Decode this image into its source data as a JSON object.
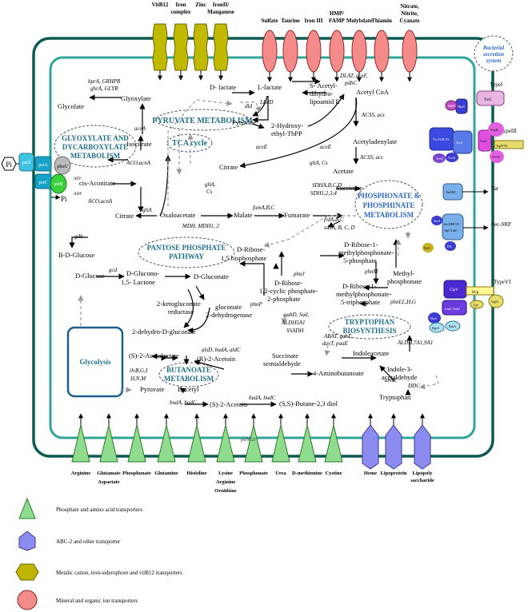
{
  "top_transporters": {
    "metal": [
      "VitB12",
      "Iron complex",
      "Zinc",
      "IronII/ Manganese"
    ],
    "ion": [
      "Sulfate",
      "Taurine",
      "Iron III",
      "HMP/ FAMP",
      "Molybdate",
      "Thiamin",
      "Nitrate, Nitrite, Cyanate"
    ]
  },
  "bottom_transporters": {
    "amino": [
      "Arginine",
      "Glutamate Aspartate",
      "Phosphonate",
      "Glutamine",
      "Histidine",
      "Lysine Arginine Ornithine",
      "Phosphonate",
      "Urea",
      "D-methionine",
      "Cystine"
    ],
    "abc": [
      "Heme",
      "Lipoprotein",
      "Lipopoly saccharide"
    ],
    "amino_center_label": "pstSCD"
  },
  "pathways": {
    "pyruvate": "PYRUVATE METABOLISM",
    "tca": "TCA cycle",
    "glyoxylate": "GLYOXYLATE AND DYCARBOXYLATE METABOLISM",
    "phosphonate": "PHOSPHONATE & PHOSPHINATE METABOLISM",
    "pentose": "PANTOSE PHOSPHATE PATHWAY",
    "tryptophan": "TRYPTOPHAN BIOSYNTHESIS",
    "butanoate": "BUTANOATE METABOLISM",
    "glycolysis": "Glycolysis"
  },
  "metabolites": {
    "d_lactate": "D- lactate",
    "l_lactate": "L-lactate",
    "s_acetyl": "S- Acetyl-",
    "dihydro": "dihydro-",
    "lipoamide": "lipoamid E",
    "acetyl_coa": "Acetyl CoA",
    "glycolate": "Glycolate",
    "glyoxylate": "Glyoxylate",
    "pyruvate": "Pyruvate",
    "hydroxy1": "2-Hydroxy-",
    "hydroxy2": "ethyl-ThPP",
    "isocitrate": "Isocitrate",
    "acetyladenylate": "Acetyladenylate",
    "cis_aconitate": "cis-Aconitate",
    "acetate": "Acetate",
    "citrate_top": "Citrate",
    "succinate": "Succinate",
    "citrate_left": "Citrate",
    "oxaloacetate": "Oxaloacetate",
    "malate": "Malate",
    "fumarate": "Fumarate",
    "b_glucose": "B-D-Glucose",
    "d_ribose_bp1": "D-Ribose-",
    "d_ribose_bp2": "1,5 bisphosphate",
    "methylphos_5p1": "D-Ribose-1-",
    "methylphos_5p2": "methylphosphonate-",
    "methylphos_5p3": "5-phosphate",
    "d_glucose": "D-Glucose",
    "d_glucono1": "D-Glucono-",
    "d_glucono2": "1,5- Lactone",
    "d_gluconate": "D-Gluconate",
    "methyl_phos1": "Methyl-",
    "methyl_phos2": "phosphonate",
    "cyclic1": "D-Ribose-",
    "cyclic2": "1,2-cyclic phosphate-",
    "cyclic3": "2-phosphate",
    "triphos1": "D-Ribose-1-",
    "triphos2": "methylphosphonate-",
    "triphos3": "5-triphosphate",
    "keto_reductase1": "2-ketogluconate",
    "keto_reductase2": "reductase",
    "gluconate_dh1": "gluconate",
    "gluconate_dh2": "2-dehydrogenase",
    "dehydro_gluconate": "2-dehydro-D-gluconate",
    "acetolactate": "(S)-2-Acetolactate",
    "r_acetoin": "(R)-2-Acetoin",
    "succinate_semi1": "Succinate",
    "succinate_semi2": "semialdehyde",
    "indoleacetate": "Indoleacetate",
    "aminobutanoate": "4-Aminobutanoate",
    "indole_ald1": "Indole-3-",
    "indole_ald2": "acetaldehyde",
    "pyruvate2": "Pyruvate",
    "dacetyl": "Dacetyl",
    "s_acetoin": "(S)-2-Acetoin",
    "butanediol": "(S,S)-Butane-2,3 diol",
    "tryptophan": "Tryptophan"
  },
  "enzymes": {
    "hpra": "hprA, GRHPR",
    "ghra": "ghrA, GLYR",
    "acea1": "aceA",
    "aco1": "ACO,acnA",
    "aco2": "ACO,acnA",
    "dld": "dld",
    "llld": "LLdD",
    "acee1": "aceE",
    "acee2": "aceE",
    "dlat1": "DLAT, aceF,",
    "dlat2": "pdhC",
    "acss1": "ACSS, acs",
    "acss2": "ACSS, acs",
    "glta_cs1": "gltA, Cs",
    "glta_cs2a": "gltA,",
    "glta_cs2b": "Cs",
    "glta3": "gltA",
    "sdha1": "SDHA,B,C,D",
    "sdha2": "SDH1,2,3,4",
    "fumab": "fumA,B,C",
    "frda1": "frdA,B,C",
    "frda2": "sdhA, B, C, D",
    "mdh": "MDH, MDH1, 2",
    "gdh": "gdh",
    "gcd": "gcd",
    "phnj": "phnJ",
    "phnm": "phnM",
    "phnp": "phnP",
    "phni": "phnI,L,H,G",
    "gabd1": "gabD, Sad,",
    "gabd2": "ALDH5A1",
    "gabd3": "SSADH",
    "abat1": "ABAT, gabT,",
    "abat2": "davT, puuE",
    "alsd": "alsD, budA, aldC",
    "ilvb1": "ilvB,G,I",
    "ilvb2": "H,N,M",
    "buda1": "budA, budC",
    "buda2": "budA, budC",
    "aldh": "ALDH,7A1,9A1",
    "ddc": "DDC",
    "amie": "amiE"
  },
  "left_side": {
    "pi_outer": "Pi",
    "pi_inner": "Pi",
    "atp": "ATP",
    "adp": "ADP",
    "pstS": "pstS",
    "pstA": "pstA",
    "pstC": "pstC",
    "pstB": "pstB",
    "phoU": "phoU"
  },
  "right_side": {
    "secretion": "Bacterial secretion system",
    "type1": "TypeI",
    "type1_labels": [
      "TolC",
      "HlyD",
      "HlyB"
    ],
    "type3": "TypeIII",
    "type3_labels": [
      "YscVUR TS",
      "YscJ",
      "YscN",
      "YscQ",
      "YscC",
      "YopD",
      "TsplVTS",
      "YscW"
    ],
    "tat": "Tat",
    "tat_labels": [
      "TatABC"
    ],
    "sec": "Sec-SRP",
    "sec_labels": [
      "SecA",
      "SecDEFGY",
      "YajCYidC",
      "Ffh",
      "FtsY"
    ],
    "type6": "TypeVI",
    "type6_labels": [
      "ClpV",
      "Hcp",
      "VgrG",
      "IcmF, DotU",
      "Fha1",
      "PppA",
      "PpkA",
      "Lip"
    ]
  },
  "legend": [
    {
      "shape": "triangle",
      "color": "#8fdc8f",
      "text": "Phosphate and amino acid transporters"
    },
    {
      "shape": "pentagon",
      "color": "#8c8cf0",
      "text": "ABC-2 and other transporter"
    },
    {
      "shape": "hexagon",
      "color": "#bfb400",
      "text": "Metalic cation, iron-siderophore and vitB12 transporters"
    },
    {
      "shape": "ellipse",
      "color": "#f48a8a",
      "text": "Mineral and organic ion transporters"
    }
  ]
}
